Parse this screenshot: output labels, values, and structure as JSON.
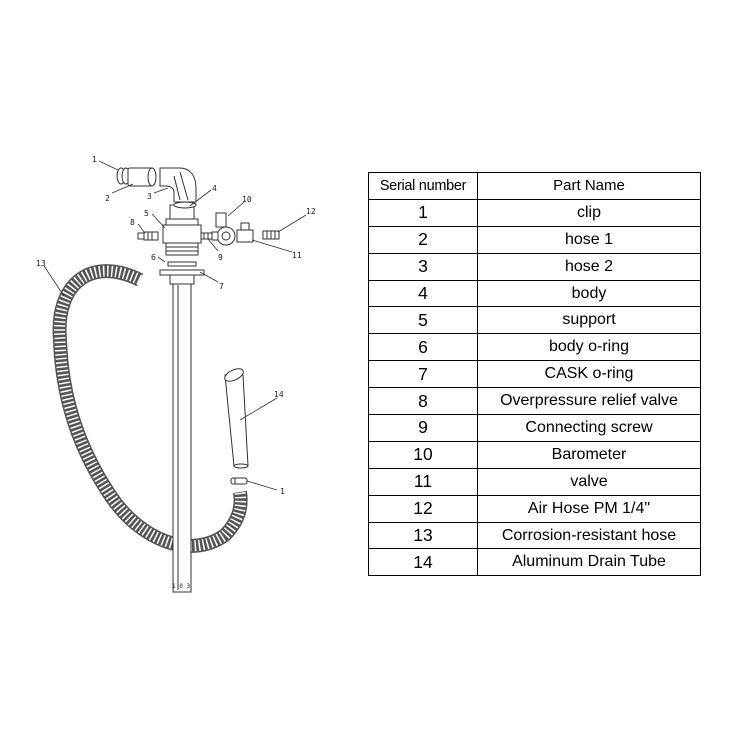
{
  "diagram": {
    "callouts": [
      "1",
      "2",
      "3",
      "4",
      "5",
      "6",
      "7",
      "8",
      "9",
      "10",
      "11",
      "12",
      "13",
      "14",
      "1"
    ],
    "rod_marking": "1 0 3"
  },
  "table": {
    "headers": [
      "Serial number",
      "Part Name"
    ],
    "rows": [
      [
        "1",
        "clip"
      ],
      [
        "2",
        "hose 1"
      ],
      [
        "3",
        "hose 2"
      ],
      [
        "4",
        "body"
      ],
      [
        "5",
        "support"
      ],
      [
        "6",
        "body o-ring"
      ],
      [
        "7",
        "CASK o-ring"
      ],
      [
        "8",
        "Overpressure relief valve"
      ],
      [
        "9",
        "Connecting screw"
      ],
      [
        "10",
        "Barometer"
      ],
      [
        "11",
        "valve"
      ],
      [
        "12",
        "Air Hose PM 1/4\""
      ],
      [
        "13",
        "Corrosion-resistant hose"
      ],
      [
        "14",
        "Aluminum Drain Tube"
      ]
    ]
  }
}
